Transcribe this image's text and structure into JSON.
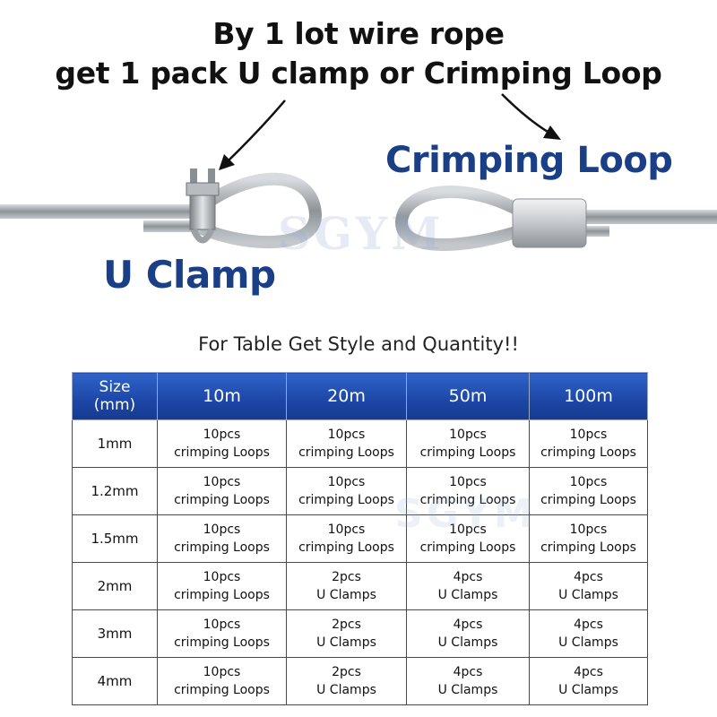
{
  "headline": {
    "line1": "By 1 lot wire rope",
    "line2": "get 1 pack U clamp or Crimping Loop"
  },
  "labels": {
    "crimping_loop": "Crimping Loop",
    "u_clamp": "U Clamp",
    "watermark": "SGYM"
  },
  "caption": "For Table Get Style and Quantity!!",
  "table": {
    "headers": [
      "Size\n(mm)",
      "10m",
      "20m",
      "50m",
      "100m"
    ],
    "rows": [
      {
        "size": "1mm",
        "cells": [
          [
            "10pcs",
            "crimping Loops"
          ],
          [
            "10pcs",
            "crimping Loops"
          ],
          [
            "10pcs",
            "crimping Loops"
          ],
          [
            "10pcs",
            "crimping Loops"
          ]
        ]
      },
      {
        "size": "1.2mm",
        "cells": [
          [
            "10pcs",
            "crimping Loops"
          ],
          [
            "10pcs",
            "crimping Loops"
          ],
          [
            "10pcs",
            "crimping Loops"
          ],
          [
            "10pcs",
            "crimping Loops"
          ]
        ]
      },
      {
        "size": "1.5mm",
        "cells": [
          [
            "10pcs",
            "crimping Loops"
          ],
          [
            "10pcs",
            "crimping Loops"
          ],
          [
            "10pcs",
            "crimping Loops"
          ],
          [
            "10pcs",
            "crimping Loops"
          ]
        ]
      },
      {
        "size": "2mm",
        "cells": [
          [
            "10pcs",
            "crimping Loops"
          ],
          [
            "2pcs",
            "U Clamps"
          ],
          [
            "4pcs",
            "U Clamps"
          ],
          [
            "4pcs",
            "U Clamps"
          ]
        ]
      },
      {
        "size": "3mm",
        "cells": [
          [
            "10pcs",
            "crimping Loops"
          ],
          [
            "2pcs",
            "U Clamps"
          ],
          [
            "4pcs",
            "U Clamps"
          ],
          [
            "4pcs",
            "U Clamps"
          ]
        ]
      },
      {
        "size": "4mm",
        "cells": [
          [
            "10pcs",
            "crimping Loops"
          ],
          [
            "2pcs",
            "U Clamps"
          ],
          [
            "4pcs",
            "U Clamps"
          ],
          [
            "4pcs",
            "U Clamps"
          ]
        ]
      }
    ]
  },
  "colors": {
    "label_blue": "#1b3f86",
    "header_blue": "#1c46a6",
    "cable_gray": "#9aa0a6"
  }
}
